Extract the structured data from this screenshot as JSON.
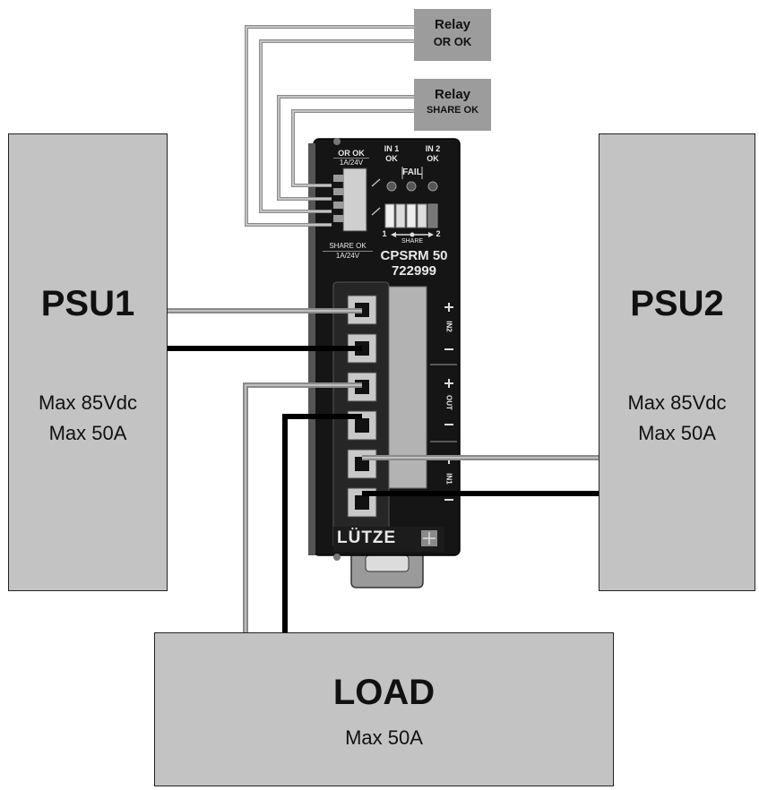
{
  "psu1": {
    "title": "PSU1",
    "line1": "Max 85Vdc",
    "line2": "Max 50A"
  },
  "psu2": {
    "title": "PSU2",
    "line1": "Max 85Vdc",
    "line2": "Max 50A"
  },
  "load": {
    "title": "LOAD",
    "line1": "Max 50A"
  },
  "relay_or": {
    "line1": "Relay",
    "line2": "OR OK"
  },
  "relay_share": {
    "line1": "Relay",
    "line2": "SHARE OK"
  },
  "module": {
    "or_ok_label": "OR OK",
    "or_ok_rating": "1A/24V",
    "share_ok_label": "SHARE OK",
    "share_ok_rating": "1A/24V",
    "in1_ok": "IN 1\nOK",
    "in2_ok": "IN 2\nOK",
    "fail": "FAIL",
    "share_scale_left": "1",
    "share_scale_right": "2",
    "share_label": "SHARE",
    "model": "CPSRM 50",
    "part_number": "722999",
    "terminal_in2": "IN2",
    "terminal_out": "OUT",
    "terminal_in1": "IN1",
    "brand": "LÜTZE"
  },
  "colors": {
    "box_fill": "#c3c3c3",
    "relay_fill": "#9c9c9c",
    "module_body": "#151515",
    "wire_gray": "#8a8a8a",
    "wire_black": "#000000"
  }
}
